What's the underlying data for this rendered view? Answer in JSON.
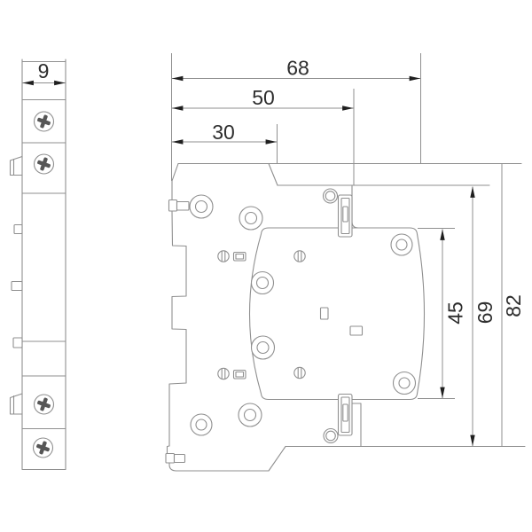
{
  "drawing": {
    "side_view": {
      "width": "9"
    },
    "front_view": {
      "width_total": "68",
      "width_mid": "50",
      "width_inner": "30",
      "height_inner": "45",
      "height_mid": "69",
      "height_total": "82"
    },
    "colors": {
      "outline": "#8f8f8f",
      "label_text": "#2d2d2d",
      "arrowhead": "#1f1f1f",
      "screw_cross": "#565656",
      "background": "#ffffff"
    }
  }
}
